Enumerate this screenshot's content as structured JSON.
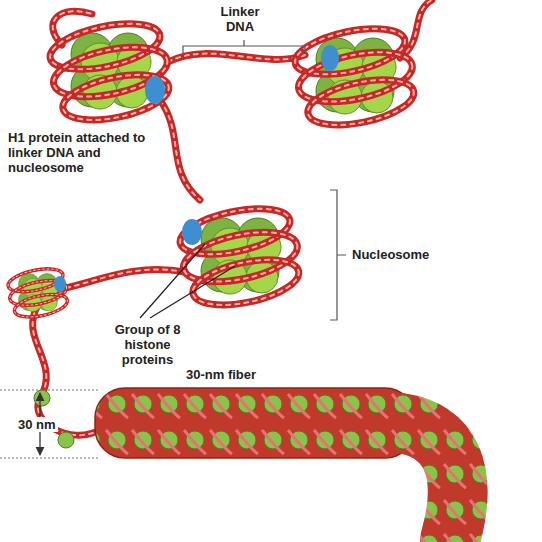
{
  "diagram": {
    "labels": [
      "Linker DNA",
      "H1 protein attached to linker DNA and nucleosome",
      "Nucleosome",
      "Group of 8 histone proteins",
      "30-nm fiber",
      "30 nm"
    ]
  }
}
